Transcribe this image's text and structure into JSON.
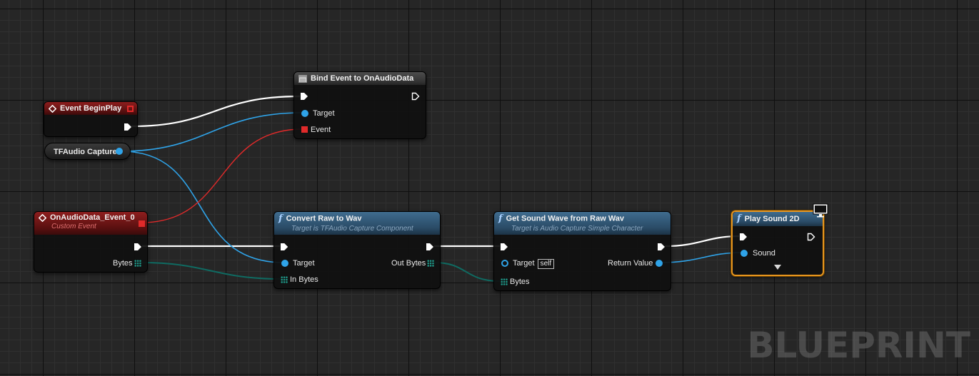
{
  "graph": {
    "watermark": "BLUEPRINT"
  },
  "nodes": {
    "bind_event": {
      "title": "Bind Event to OnAudioData",
      "pins": {
        "target": "Target",
        "event": "Event"
      }
    },
    "begin_play": {
      "title": "Event BeginPlay"
    },
    "tfaudio_capture": {
      "label": "TFAudio Capture"
    },
    "on_audio_data": {
      "title": "OnAudioData_Event_0",
      "subtitle": "Custom Event",
      "pins": {
        "bytes": "Bytes"
      }
    },
    "convert_raw": {
      "title": "Convert Raw to Wav",
      "subtitle": "Target is TFAudio Capture Component",
      "pins": {
        "target": "Target",
        "in_bytes": "In Bytes",
        "out_bytes": "Out Bytes"
      }
    },
    "get_sound_wave": {
      "title": "Get Sound Wave from Raw Wav",
      "subtitle": "Target is Audio Capture Simple Character",
      "pins": {
        "target": "Target",
        "target_default": "self",
        "bytes": "Bytes",
        "return_value": "Return Value"
      }
    },
    "play_sound": {
      "title": "Play Sound 2D",
      "pins": {
        "sound": "Sound"
      }
    }
  },
  "colors": {
    "exec_wire": "#ffffff",
    "object_wire": "#2fa3e8",
    "delegate_wire": "#e02a2a",
    "bytes_wire": "#0f6b62",
    "selection": "#e8961e"
  }
}
